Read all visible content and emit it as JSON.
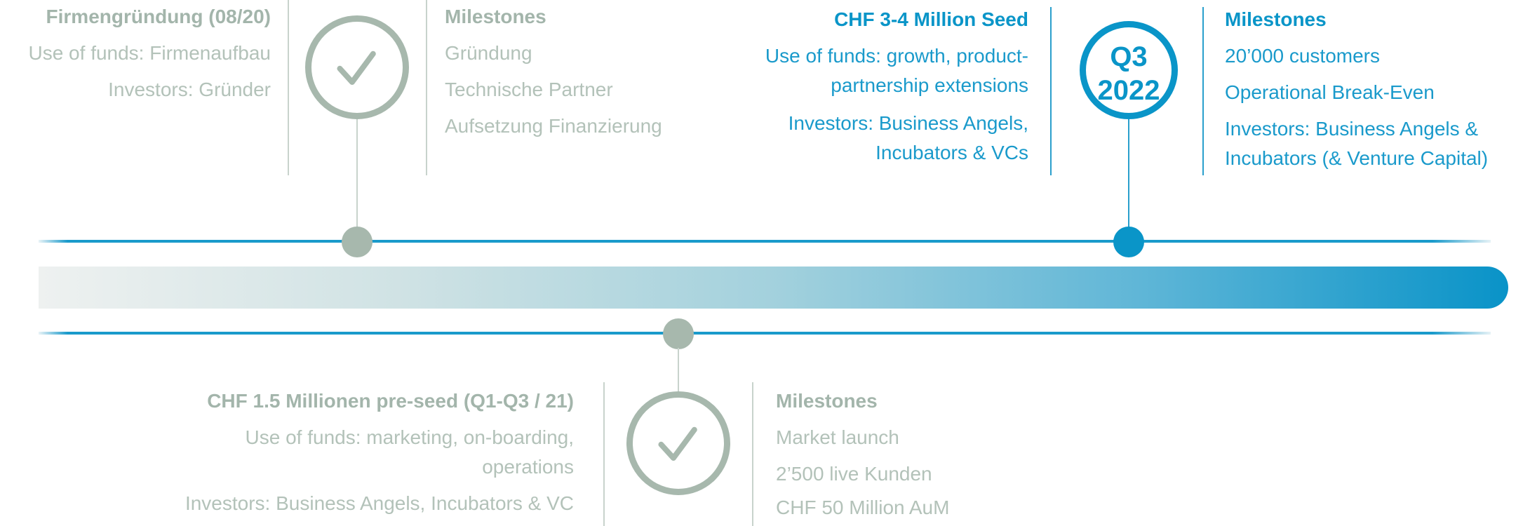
{
  "top_left": {
    "title": "Firmengründung (08/20)",
    "use_of_funds": "Use of funds: Firmenaufbau",
    "investors": "Investors: Gründer",
    "milestones_title": "Milestones",
    "milestones": [
      "Gründung",
      "Technische Partner",
      "Aufsetzung Finanzierung"
    ]
  },
  "top_right": {
    "title": "CHF 3-4 Million Seed",
    "use_of_funds_1": "Use of funds: growth, product-",
    "use_of_funds_2": "partnership extensions",
    "investors_1": "Investors: Business Angels,",
    "investors_2": "Incubators & VCs",
    "badge_line1": "Q3",
    "badge_line2": "2022",
    "milestones_title": "Milestones",
    "milestones": [
      "20’000 customers",
      "Operational Break-Even"
    ],
    "investors_m_1": "Investors: Business Angels &",
    "investors_m_2": "Incubators (& Venture Capital)"
  },
  "bottom": {
    "title": "CHF 1.5 Millionen pre-seed (Q1-Q3 / 21)",
    "use_of_funds_1": "Use of funds: marketing, on-boarding,",
    "use_of_funds_2": "operations",
    "investors": "Investors: Business Angels, Incubators & VC",
    "milestones_title": "Milestones",
    "milestones": [
      "Market launch",
      "2’500 live Kunden",
      "CHF 50 Million AuM"
    ]
  },
  "colors": {
    "gray_accent": "#a7b8ad",
    "blue_accent": "#0a95c8"
  },
  "icons": {
    "completed": "check-circle-icon",
    "current": "q3-2022-badge"
  }
}
